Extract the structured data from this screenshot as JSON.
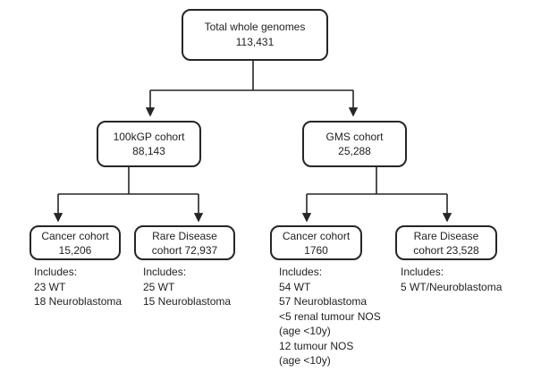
{
  "colors": {
    "line": "#262626",
    "text": "#1f1f1f",
    "box_border": "#262626",
    "background": "#ffffff"
  },
  "nodes": {
    "root": {
      "line1": "Total whole genomes",
      "line2": "113,431"
    },
    "kgp": {
      "line1": "100kGP cohort",
      "line2": "88,143"
    },
    "gms": {
      "line1": "GMS cohort",
      "line2": "25,288"
    },
    "kgp_cancer": {
      "line1": "Cancer cohort",
      "line2": "15,206"
    },
    "kgp_rare": {
      "line1": "Rare Disease",
      "line2": "cohort 72,937"
    },
    "gms_cancer": {
      "line1": "Cancer cohort",
      "line2": "1760"
    },
    "gms_rare": {
      "line1": "Rare Disease",
      "line2": "cohort 23,528"
    }
  },
  "notes": {
    "kgp_cancer": [
      "Includes:",
      "23 WT",
      "18 Neuroblastoma"
    ],
    "kgp_rare": [
      "Includes:",
      "25 WT",
      "15 Neuroblastoma"
    ],
    "gms_cancer": [
      "Includes:",
      "54 WT",
      "57 Neuroblastoma",
      "<5 renal tumour NOS",
      "(age <10y)",
      "12 tumour NOS",
      "(age <10y)"
    ],
    "gms_rare": [
      "Includes:",
      "5 WT/Neuroblastoma"
    ]
  }
}
